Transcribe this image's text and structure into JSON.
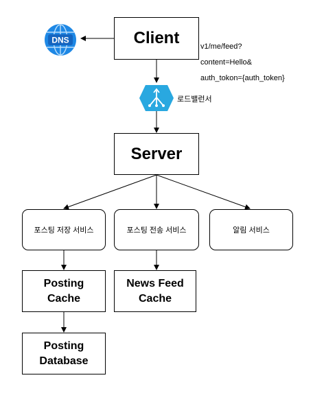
{
  "client": {
    "label": "Client"
  },
  "dns": {
    "label": "DNS",
    "icon": "dns-globe-icon",
    "color": "#1e88e5"
  },
  "request": {
    "line1": "v1/me/feed?",
    "line2": "content=Hello&",
    "line3": "auth_tokon={auth_token}"
  },
  "load_balancer": {
    "label": "로드밸런서",
    "icon": "load-balancer-icon",
    "color": "#29a8e0"
  },
  "server": {
    "label": "Server"
  },
  "services": [
    {
      "label": "포스팅 저장 서비스"
    },
    {
      "label": "포스팅 전송 서비스"
    },
    {
      "label": "알림 서비스"
    }
  ],
  "posting_cache": {
    "line1": "Posting",
    "line2": "Cache"
  },
  "news_feed_cache": {
    "line1": "News Feed",
    "line2": "Cache"
  },
  "posting_database": {
    "line1": "Posting",
    "line2": "Database"
  }
}
